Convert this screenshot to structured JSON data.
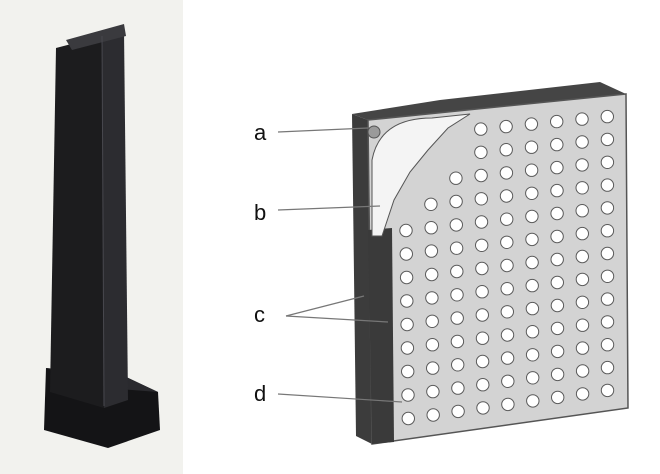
{
  "colors": {
    "background": "#ffffff",
    "photo_backdrop": "#f2f2ee",
    "device_body": "#1c1c1e",
    "device_edge": "#3a3a3e",
    "panel_face": "#d3d3d3",
    "panel_dark_band": "#3c3c3c",
    "hole_fill": "#ffffff",
    "leader_line": "#777777"
  },
  "callouts": {
    "a": "a",
    "b": "b",
    "c": "c",
    "d": "d"
  },
  "icons": {
    "left_image": "tower-speaker-photo",
    "right_image": "perforated-panel-cutaway-diagram"
  }
}
